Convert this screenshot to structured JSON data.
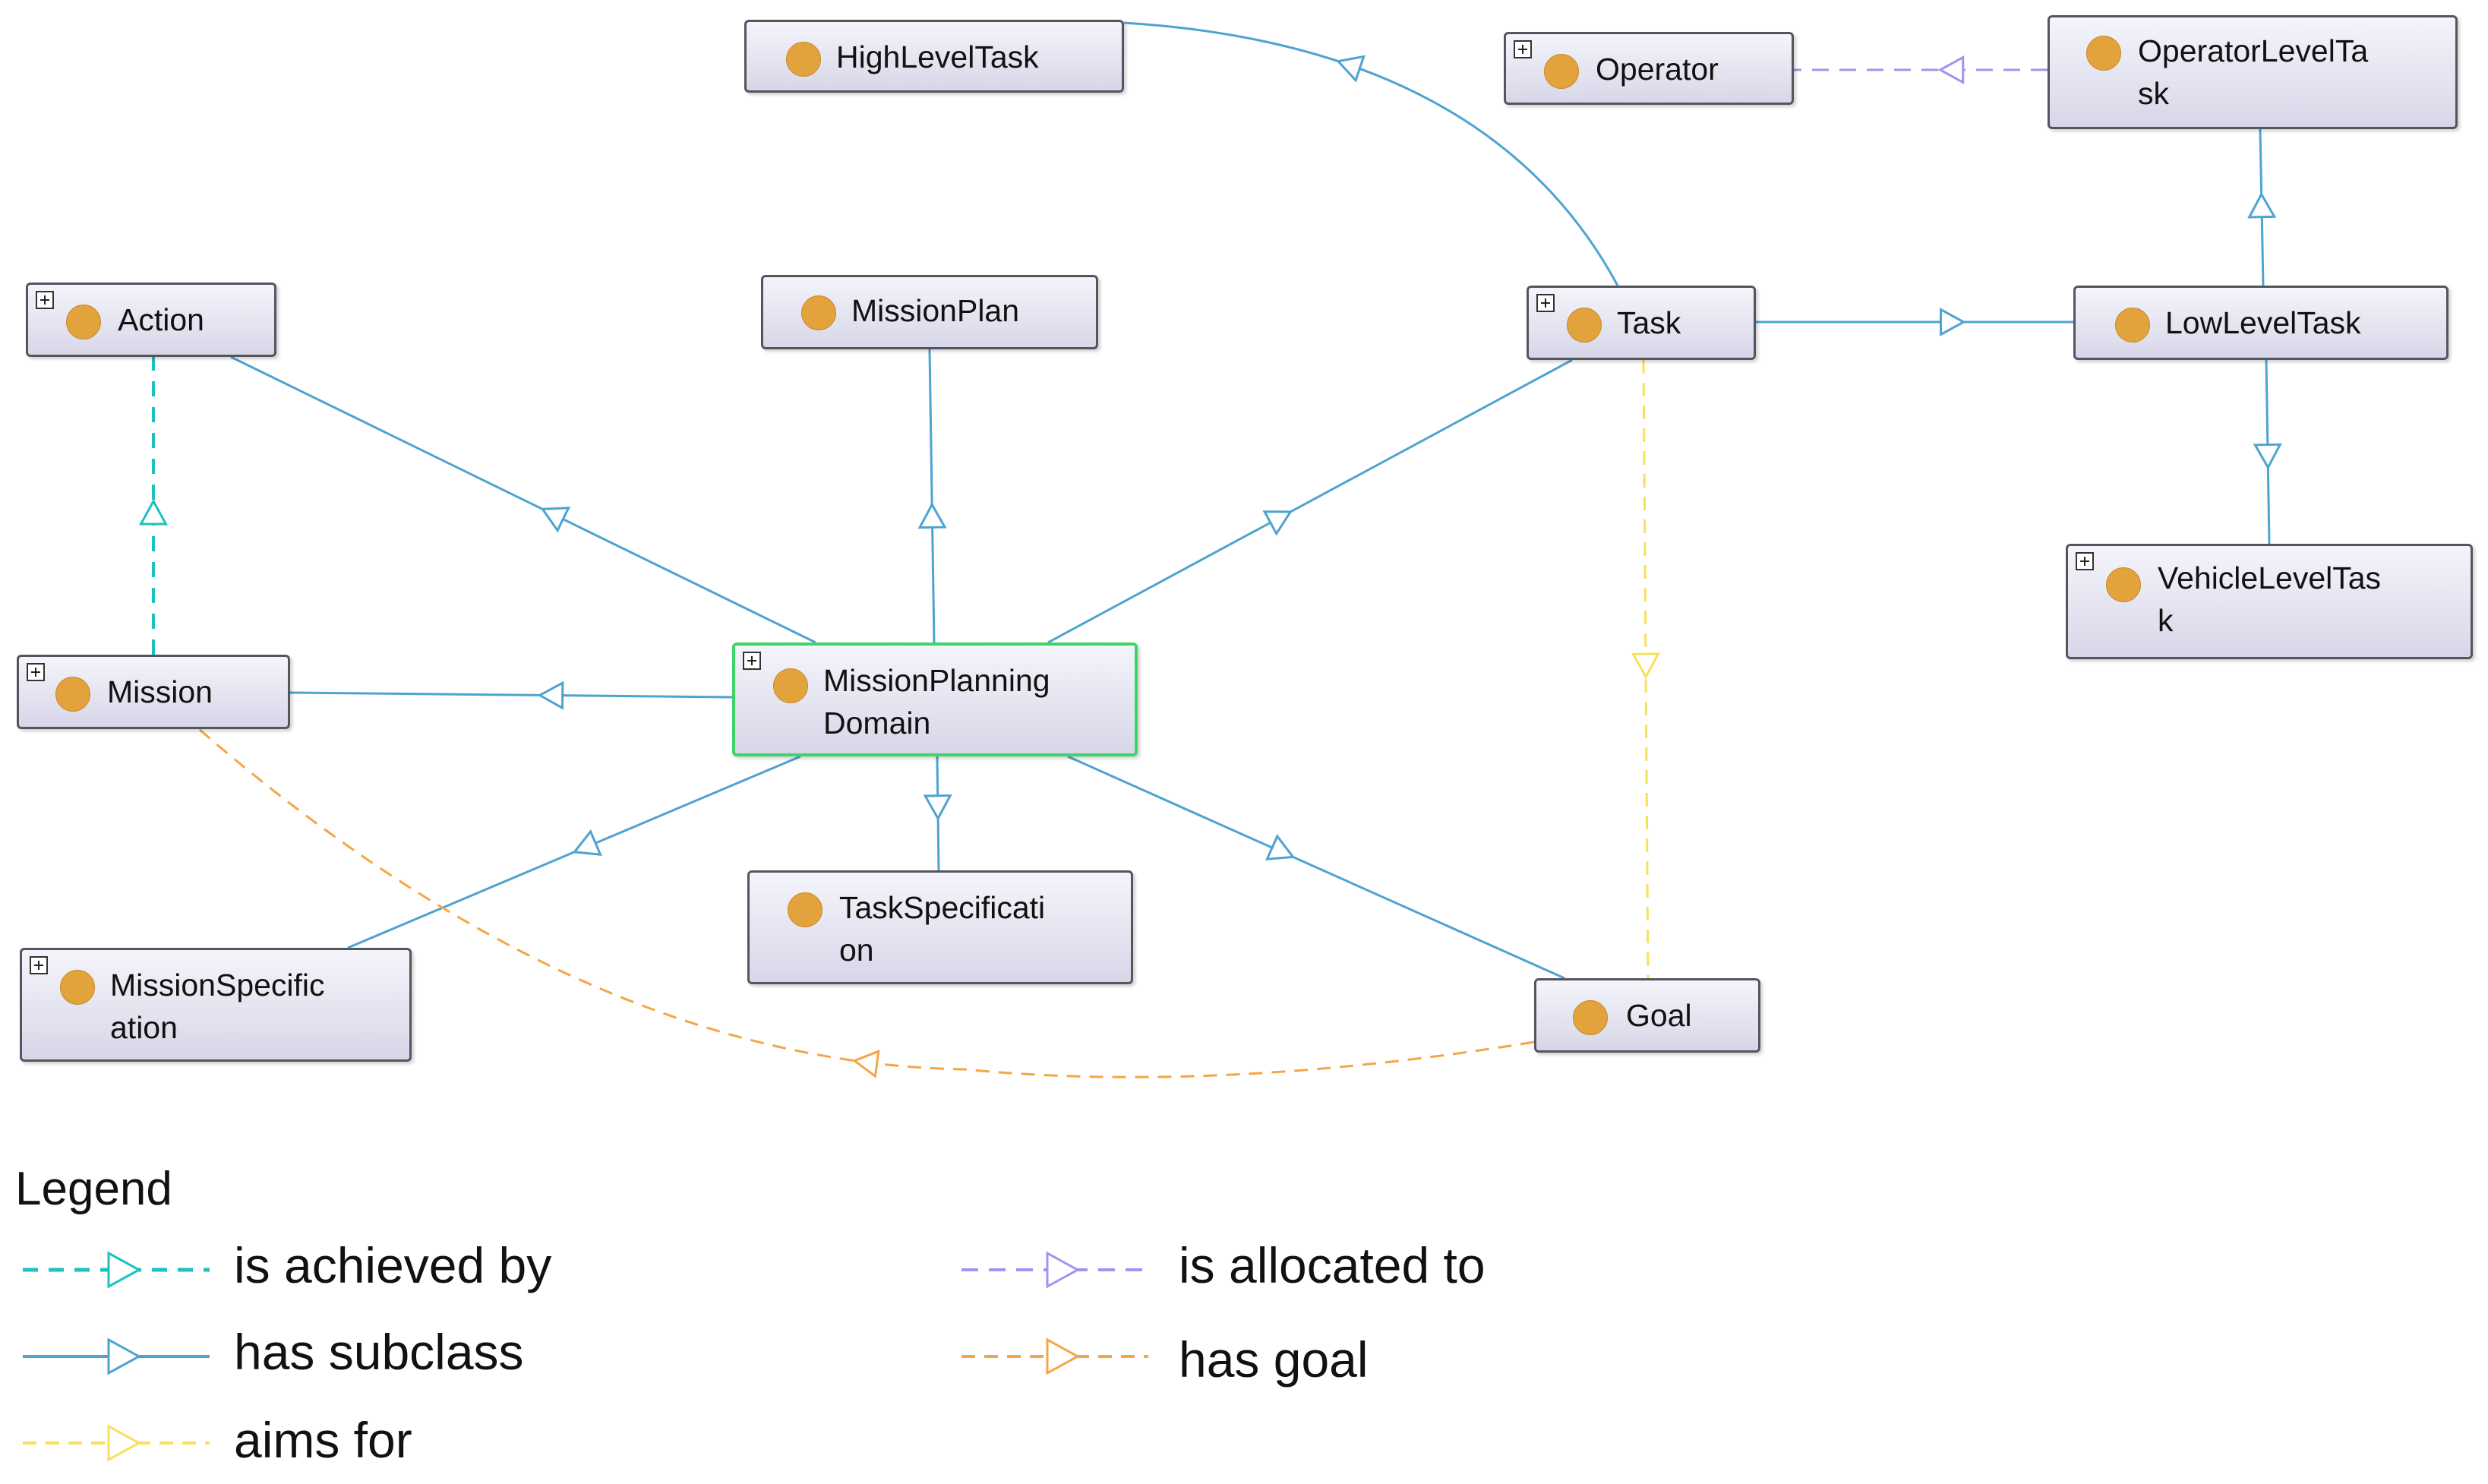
{
  "colors": {
    "subclass": "#4ea3d1",
    "achieved": "#1ec1c1",
    "allocated": "#a890f0",
    "goal": "#f5a547",
    "aims": "#f7e05a",
    "node_dot": "#e3a33c",
    "selected_border": "#3fd46a"
  },
  "nodes": {
    "highleveltask": {
      "label": "HighLevelTask",
      "expandable": false
    },
    "operator": {
      "label": "Operator",
      "expandable": true
    },
    "operatorleveltask": {
      "label": "OperatorLevelTa\nsk",
      "expandable": false
    },
    "action": {
      "label": "Action",
      "expandable": true
    },
    "missionplan": {
      "label": "MissionPlan",
      "expandable": false
    },
    "task": {
      "label": "Task",
      "expandable": true
    },
    "lowleveltask": {
      "label": "LowLevelTask",
      "expandable": false
    },
    "vehicleleveltask": {
      "label": "VehicleLevelTas\nk",
      "expandable": true
    },
    "mission": {
      "label": "Mission",
      "expandable": true
    },
    "missionplanningdomain": {
      "label": "MissionPlanning\nDomain",
      "expandable": true
    },
    "taskspecification": {
      "label": "TaskSpecificati\non",
      "expandable": false
    },
    "missionspecification": {
      "label": "MissionSpecific\nation",
      "expandable": true
    },
    "goal": {
      "label": "Goal",
      "expandable": false
    }
  },
  "edges": [
    {
      "from": "missionplanningdomain",
      "to": "action",
      "type": "subclass"
    },
    {
      "from": "missionplanningdomain",
      "to": "missionplan",
      "type": "subclass"
    },
    {
      "from": "missionplanningdomain",
      "to": "task",
      "type": "subclass"
    },
    {
      "from": "missionplanningdomain",
      "to": "mission",
      "type": "subclass"
    },
    {
      "from": "missionplanningdomain",
      "to": "missionspecification",
      "type": "subclass"
    },
    {
      "from": "missionplanningdomain",
      "to": "taskspecification",
      "type": "subclass"
    },
    {
      "from": "missionplanningdomain",
      "to": "goal",
      "type": "subclass"
    },
    {
      "from": "task",
      "to": "highleveltask",
      "type": "subclass"
    },
    {
      "from": "task",
      "to": "lowleveltask",
      "type": "subclass"
    },
    {
      "from": "lowleveltask",
      "to": "operatorleveltask",
      "type": "subclass"
    },
    {
      "from": "lowleveltask",
      "to": "vehicleleveltask",
      "type": "subclass"
    },
    {
      "from": "operatorleveltask",
      "to": "operator",
      "type": "allocated"
    },
    {
      "from": "mission",
      "to": "action",
      "type": "achieved"
    },
    {
      "from": "task",
      "to": "goal",
      "type": "aims"
    },
    {
      "from": "goal",
      "to": "mission",
      "type": "goal"
    }
  ],
  "legend": {
    "title": "Legend",
    "items": [
      {
        "type": "achieved",
        "label": "is achieved by"
      },
      {
        "type": "subclass",
        "label": "has subclass"
      },
      {
        "type": "aims",
        "label": "aims for"
      },
      {
        "type": "allocated",
        "label": "is allocated to"
      },
      {
        "type": "goal",
        "label": "has goal"
      }
    ]
  }
}
